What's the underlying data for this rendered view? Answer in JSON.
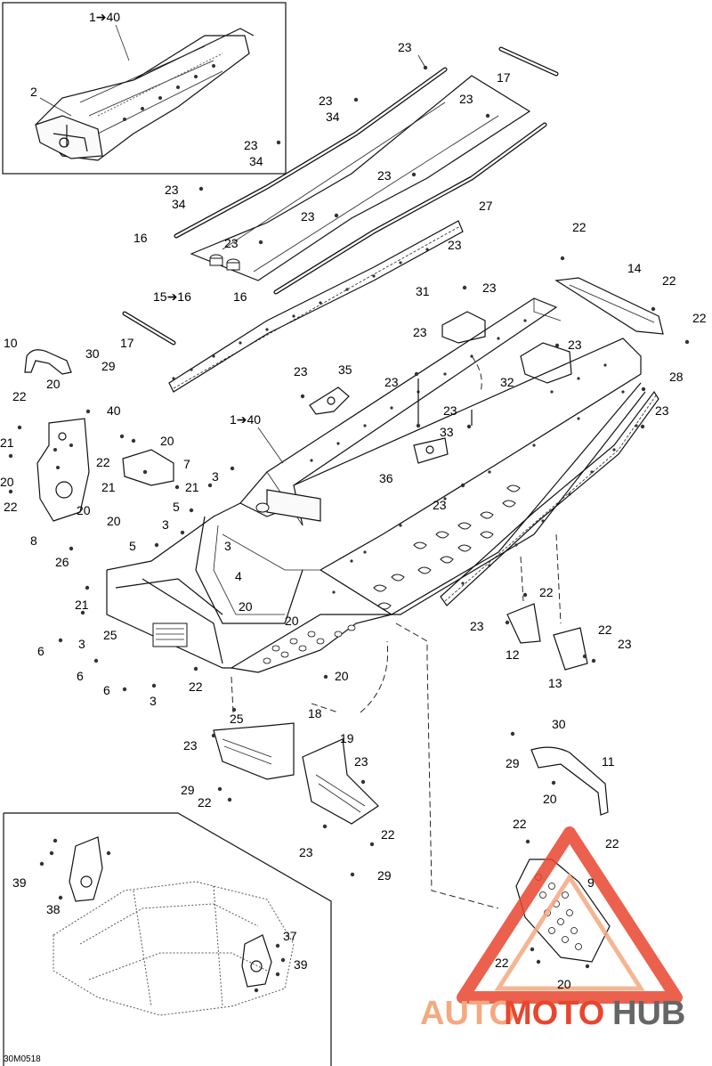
{
  "diagram": {
    "drawing_code": "30M0518",
    "callouts": {
      "inset_top_range": "1➔40",
      "inset_top_2": "2",
      "c23": "23",
      "c17": "17",
      "c34": "34",
      "c16": "16",
      "c15_16": "15➔16",
      "c27": "27",
      "c22": "22",
      "c14": "14",
      "c31": "31",
      "c10": "10",
      "c30": "30",
      "c29": "29",
      "c20": "20",
      "c35": "35",
      "c32": "32",
      "c28": "28",
      "c40": "40",
      "c1_40": "1➔40",
      "c21": "21",
      "c7": "7",
      "c33": "33",
      "c36": "36",
      "c3": "3",
      "c8": "8",
      "c5": "5",
      "c26": "26",
      "c4": "4",
      "c6": "6",
      "c25": "25",
      "c12": "12",
      "c13": "13",
      "c18": "18",
      "c19": "19",
      "c11": "11",
      "c9": "9",
      "c39": "39",
      "c38": "38",
      "c37": "37"
    }
  },
  "watermark": {
    "part1": "AUTO",
    "part2": "MOTO",
    "part3": "HUB",
    "color_light": "#f5a97f",
    "color_mid": "#e8462e",
    "color_dark": "#666666"
  }
}
